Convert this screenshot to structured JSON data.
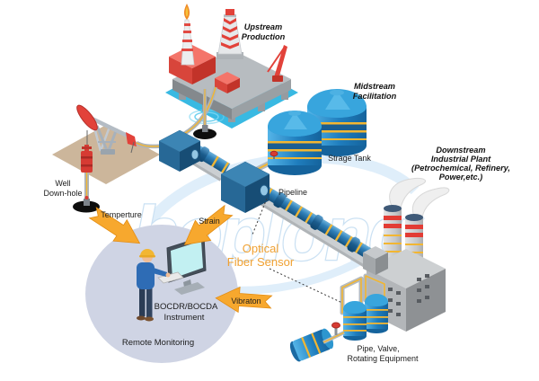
{
  "watermark": {
    "text": "hoplong"
  },
  "sections": {
    "upstream": {
      "line1": "Upstream",
      "line2": "Production"
    },
    "midstream": {
      "line1": "Midstream",
      "line2": "Facilitation"
    },
    "downstream": {
      "line1": "Downstream",
      "line2": "Industrial Plant",
      "line3": "(Petrochemical, Refinery,",
      "line4": "Power,etc.)"
    }
  },
  "labels": {
    "storage_tank": "Strage Tank",
    "pipeline": "Pipeline",
    "well_line1": "Well",
    "well_line2": "Down-hole",
    "temperature": "Temperture",
    "strain": "Strain",
    "vibration": "Vibraton",
    "optical_line1": "Optical",
    "optical_line2": "Fiber Sensor",
    "instrument_line1": "BOCDR/BOCDA",
    "instrument_line2": "Instrument",
    "remote_monitoring": "Remote Monitoring",
    "pipe_valve_line1": "Pipe, Valve,",
    "pipe_valve_line2": "Rotating Equipment"
  },
  "colors": {
    "pipe_blue": "#2f7fb8",
    "pipe_dark_blue": "#15527e",
    "band_yellow": "#f2b632",
    "tank_blue": "#2b92cc",
    "water_blue": "#39b9e2",
    "ground_tan": "#ccb69b",
    "accent_red": "#e2423a",
    "arrow_orange": "#f7a82e",
    "optical_text_orange": "#f0a132",
    "monitor_screen_cyan": "#c2f0f2",
    "circle_lavender": "#cfd4e4",
    "watermark_blue": "#cbe1f3",
    "factory_gray": "#b3b6b9"
  }
}
